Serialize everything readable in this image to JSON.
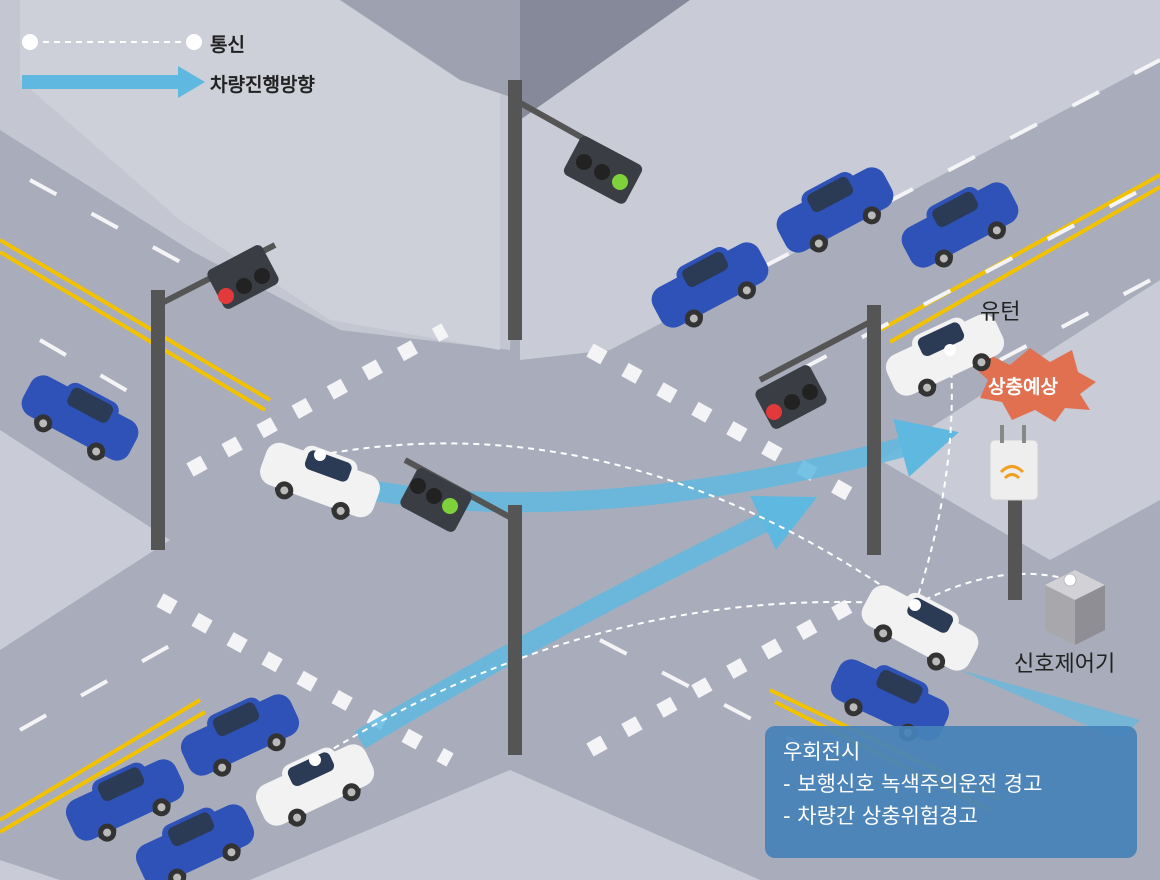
{
  "legend": {
    "communication": "통신",
    "vehicle_direction": "차량진행방향"
  },
  "labels": {
    "u_turn": "유턴",
    "collision_expected": "상충예상",
    "signal_controller": "신호제어기"
  },
  "info_box": {
    "title": "우회전시",
    "items": [
      "- 보행신호 녹색주의운전 경고",
      "- 차량간 상충위험경고"
    ]
  },
  "colors": {
    "road": "#a9adbb",
    "sidewalk": "#c9cbd6",
    "lane_yellow": "#f2c200",
    "direction_arrow": "#5fb8e0",
    "blue_car": "#2f52b8",
    "white_car": "#f2f2f2",
    "info_box": "#4682b9",
    "collision_badge": "#e07050"
  },
  "icons": [
    "traffic-light-icon",
    "rsu-antenna-icon",
    "signal-controller-icon",
    "car-icon"
  ]
}
